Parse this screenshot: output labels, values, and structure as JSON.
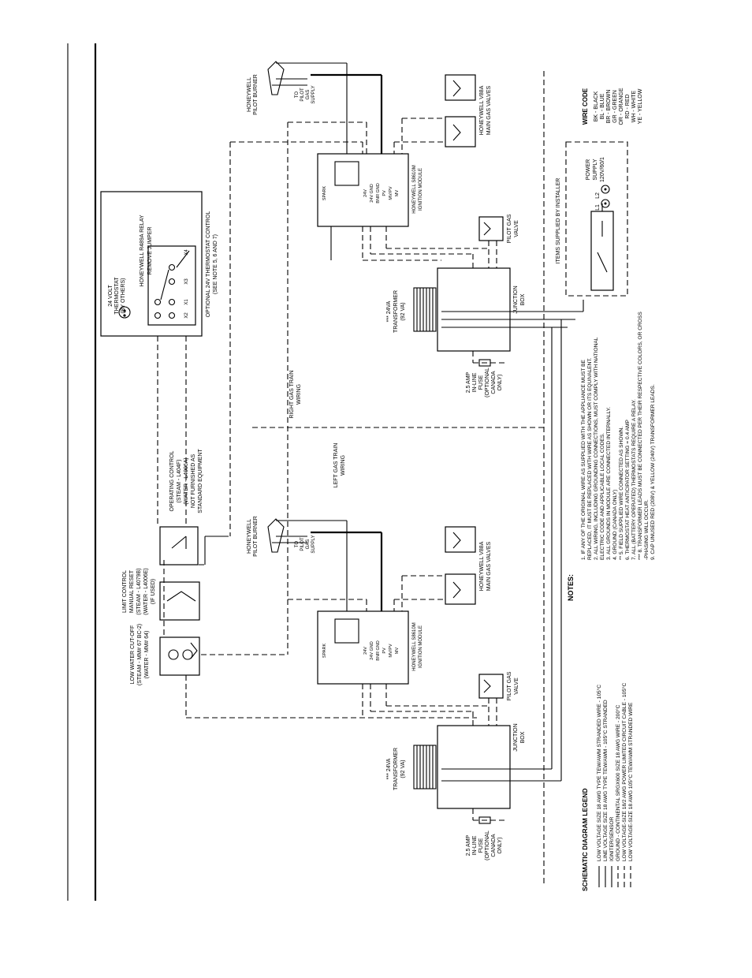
{
  "diagram": {
    "thermostat_box": {
      "thermostat_label": [
        "24 VOLT",
        "THERMOSTAT",
        "(BY OTHERS)"
      ],
      "relay_label": "HONEYWELL R489A RELAY",
      "jumper_label": "REMOVE JUMPER",
      "terminals": [
        "X2",
        "X1",
        "X3",
        "X4"
      ],
      "caption": [
        "OPTIONAL 24V THERMOSTAT CONTROL",
        "(SEE NOTE 5, 6 AND 7)"
      ]
    },
    "controls": {
      "lwco": [
        "LOW WATER CUT-OFF",
        "(STEAM - MM# 67 BC-2)",
        "(WATER - MM# 64)"
      ],
      "limit": [
        "LIMIT CONTROL",
        "MANUAL RESET",
        "(STEAM - L4079B)",
        "(WATER - L4006E)",
        "(IF USED)"
      ],
      "operating": [
        "OPERATING CONTROL",
        "(STEAM - L404F)",
        "(WATER - L4006A)",
        "NOT FURNISHED AS",
        "STANDARD EQUIPMENT"
      ]
    },
    "gas_train": {
      "pilot_burner": [
        "HONEYWELL",
        "PILOT BURNER"
      ],
      "pilot_supply": [
        "TO",
        "PILOT",
        "GAS",
        "SUPPLY"
      ],
      "main_valves": [
        "HONEYWELL V88A",
        "MAIN GAS VALVES"
      ],
      "module_name": [
        "HONEYWELL S8610M",
        "IGNITION MODULE"
      ],
      "module_terminals": [
        "SPARK",
        "24V",
        "24V GND",
        "BNR GND",
        "PV",
        "MV/PV",
        "MV"
      ],
      "pilot_valve": [
        "PILOT GAS",
        "VALVE"
      ],
      "junction": [
        "JUNCTION",
        "BOX"
      ],
      "transformer": [
        "*** 24VA",
        "TRANSFORMER",
        "(92 VA)"
      ],
      "fuse": [
        "2.5 AMP",
        "IN-LINE",
        "FUSE",
        "(OPTIONAL",
        "CANADA",
        "ONLY)"
      ]
    },
    "train_labels": {
      "right": [
        "RIGHT GAS TRAIN",
        "WIRING"
      ],
      "left": [
        "LEFT GAS TRAIN",
        "WIRING"
      ]
    },
    "power": {
      "caption": "ITEMS SUPPLIED BY INSTALLER",
      "supply": [
        "POWER",
        "SUPPLY",
        "120V/60/1"
      ],
      "l1": "L1",
      "l2": "L2"
    },
    "wire_code": {
      "title": "WIRE CODE",
      "codes": [
        "BK - BLACK",
        "BL - BLUE",
        "BR - BROWN",
        "GR - GREEN",
        "OR - ORANGE",
        "RD - RED",
        "WH - WHITE",
        "YE - YELLOW"
      ]
    },
    "notes": {
      "title": "NOTES:",
      "items": [
        "1. IF ANY OF THE ORIGINAL WIRE AS SUPPLIED WITH THE APPLIANCE MUST BE",
        "REPLACED, IT MUST BE REPLACED WITH WIRE AS SHOWN OR ITS EQUIVALENT.",
        "2. ALL WIRING, INCLUDING GROUNDING CONNECTIONS, MUST COMPLY WITH NATIONAL",
        "ELECTRIC CODE AND APPLICABLE LOCAL CODES.",
        "3. ALL GROUNDS IN MODULE ARE CONNECTED INTERNALLY.",
        "4. GROUND (CANADA ONLY)",
        "** 5. FIELD SUPPLIED WIRE CONNECTED AS SHOWN.",
        "6. THERMOSTAT HEAT ANTICIPATOR SETTING = 0.4 AMP",
        "7. ALL (BATTERY OPERATED) THERMOSTATS REQUIRE A RELAY.",
        "*** 8. TRANSFORMER LEADS MUST BE CONNECTED PER THEIR RESPECTIVE COLORS, OR CROSS",
        "-PHASING WILL OCCUR.",
        "9. CAP UNUSED RED (208V) & YELLOW (240V) TRANSFORMER LEADS."
      ]
    },
    "legend": {
      "title": "SCHEMATIC DIAGRAM LEGEND",
      "items": [
        "LOW VOLTAGE SIZE 18 AWG TYPE TEW/AWM STRANDED WIRE - 105°C",
        "LINE VOLTAGE SIZE 18 AWG TYPE TEW/AWM - 105°C STRANDED",
        "IGNITER/SENSOR",
        "GROUND - CONTINENTAL SRGX600 SIZE 18 AWG WIRE - 200°C",
        "LOW VOLTAGE-SIZE 18/2 AWG POWER LIMITED CIRCUIT CABLE - 105°C",
        "LOW VOLTAGE-SIZE 18 AWG 105°C TEW/AWM STRANDED WIRE"
      ]
    }
  }
}
